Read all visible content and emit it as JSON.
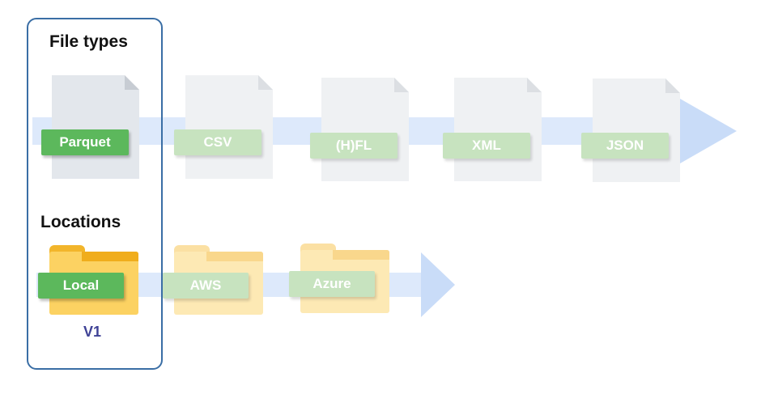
{
  "file_types": {
    "heading": "File types",
    "items": [
      {
        "label": "Parquet",
        "state": "current"
      },
      {
        "label": "CSV",
        "state": "future"
      },
      {
        "label": "(H)FL",
        "state": "future"
      },
      {
        "label": "XML",
        "state": "future"
      },
      {
        "label": "JSON",
        "state": "future"
      }
    ]
  },
  "locations": {
    "heading": "Locations",
    "items": [
      {
        "label": "Local",
        "state": "current"
      },
      {
        "label": "AWS",
        "state": "future"
      },
      {
        "label": "Azure",
        "state": "future"
      }
    ]
  },
  "version_label": "V1",
  "colors": {
    "panel_border": "#3a6ea5",
    "label_active": "#5cb85c",
    "label_faded": "#c7e3bf",
    "arrow": "#c9dcf8",
    "folder": "#fcd262",
    "version_text": "#3f4296"
  },
  "icons": [
    "document-icon",
    "folder-icon",
    "arrow-right-icon"
  ]
}
